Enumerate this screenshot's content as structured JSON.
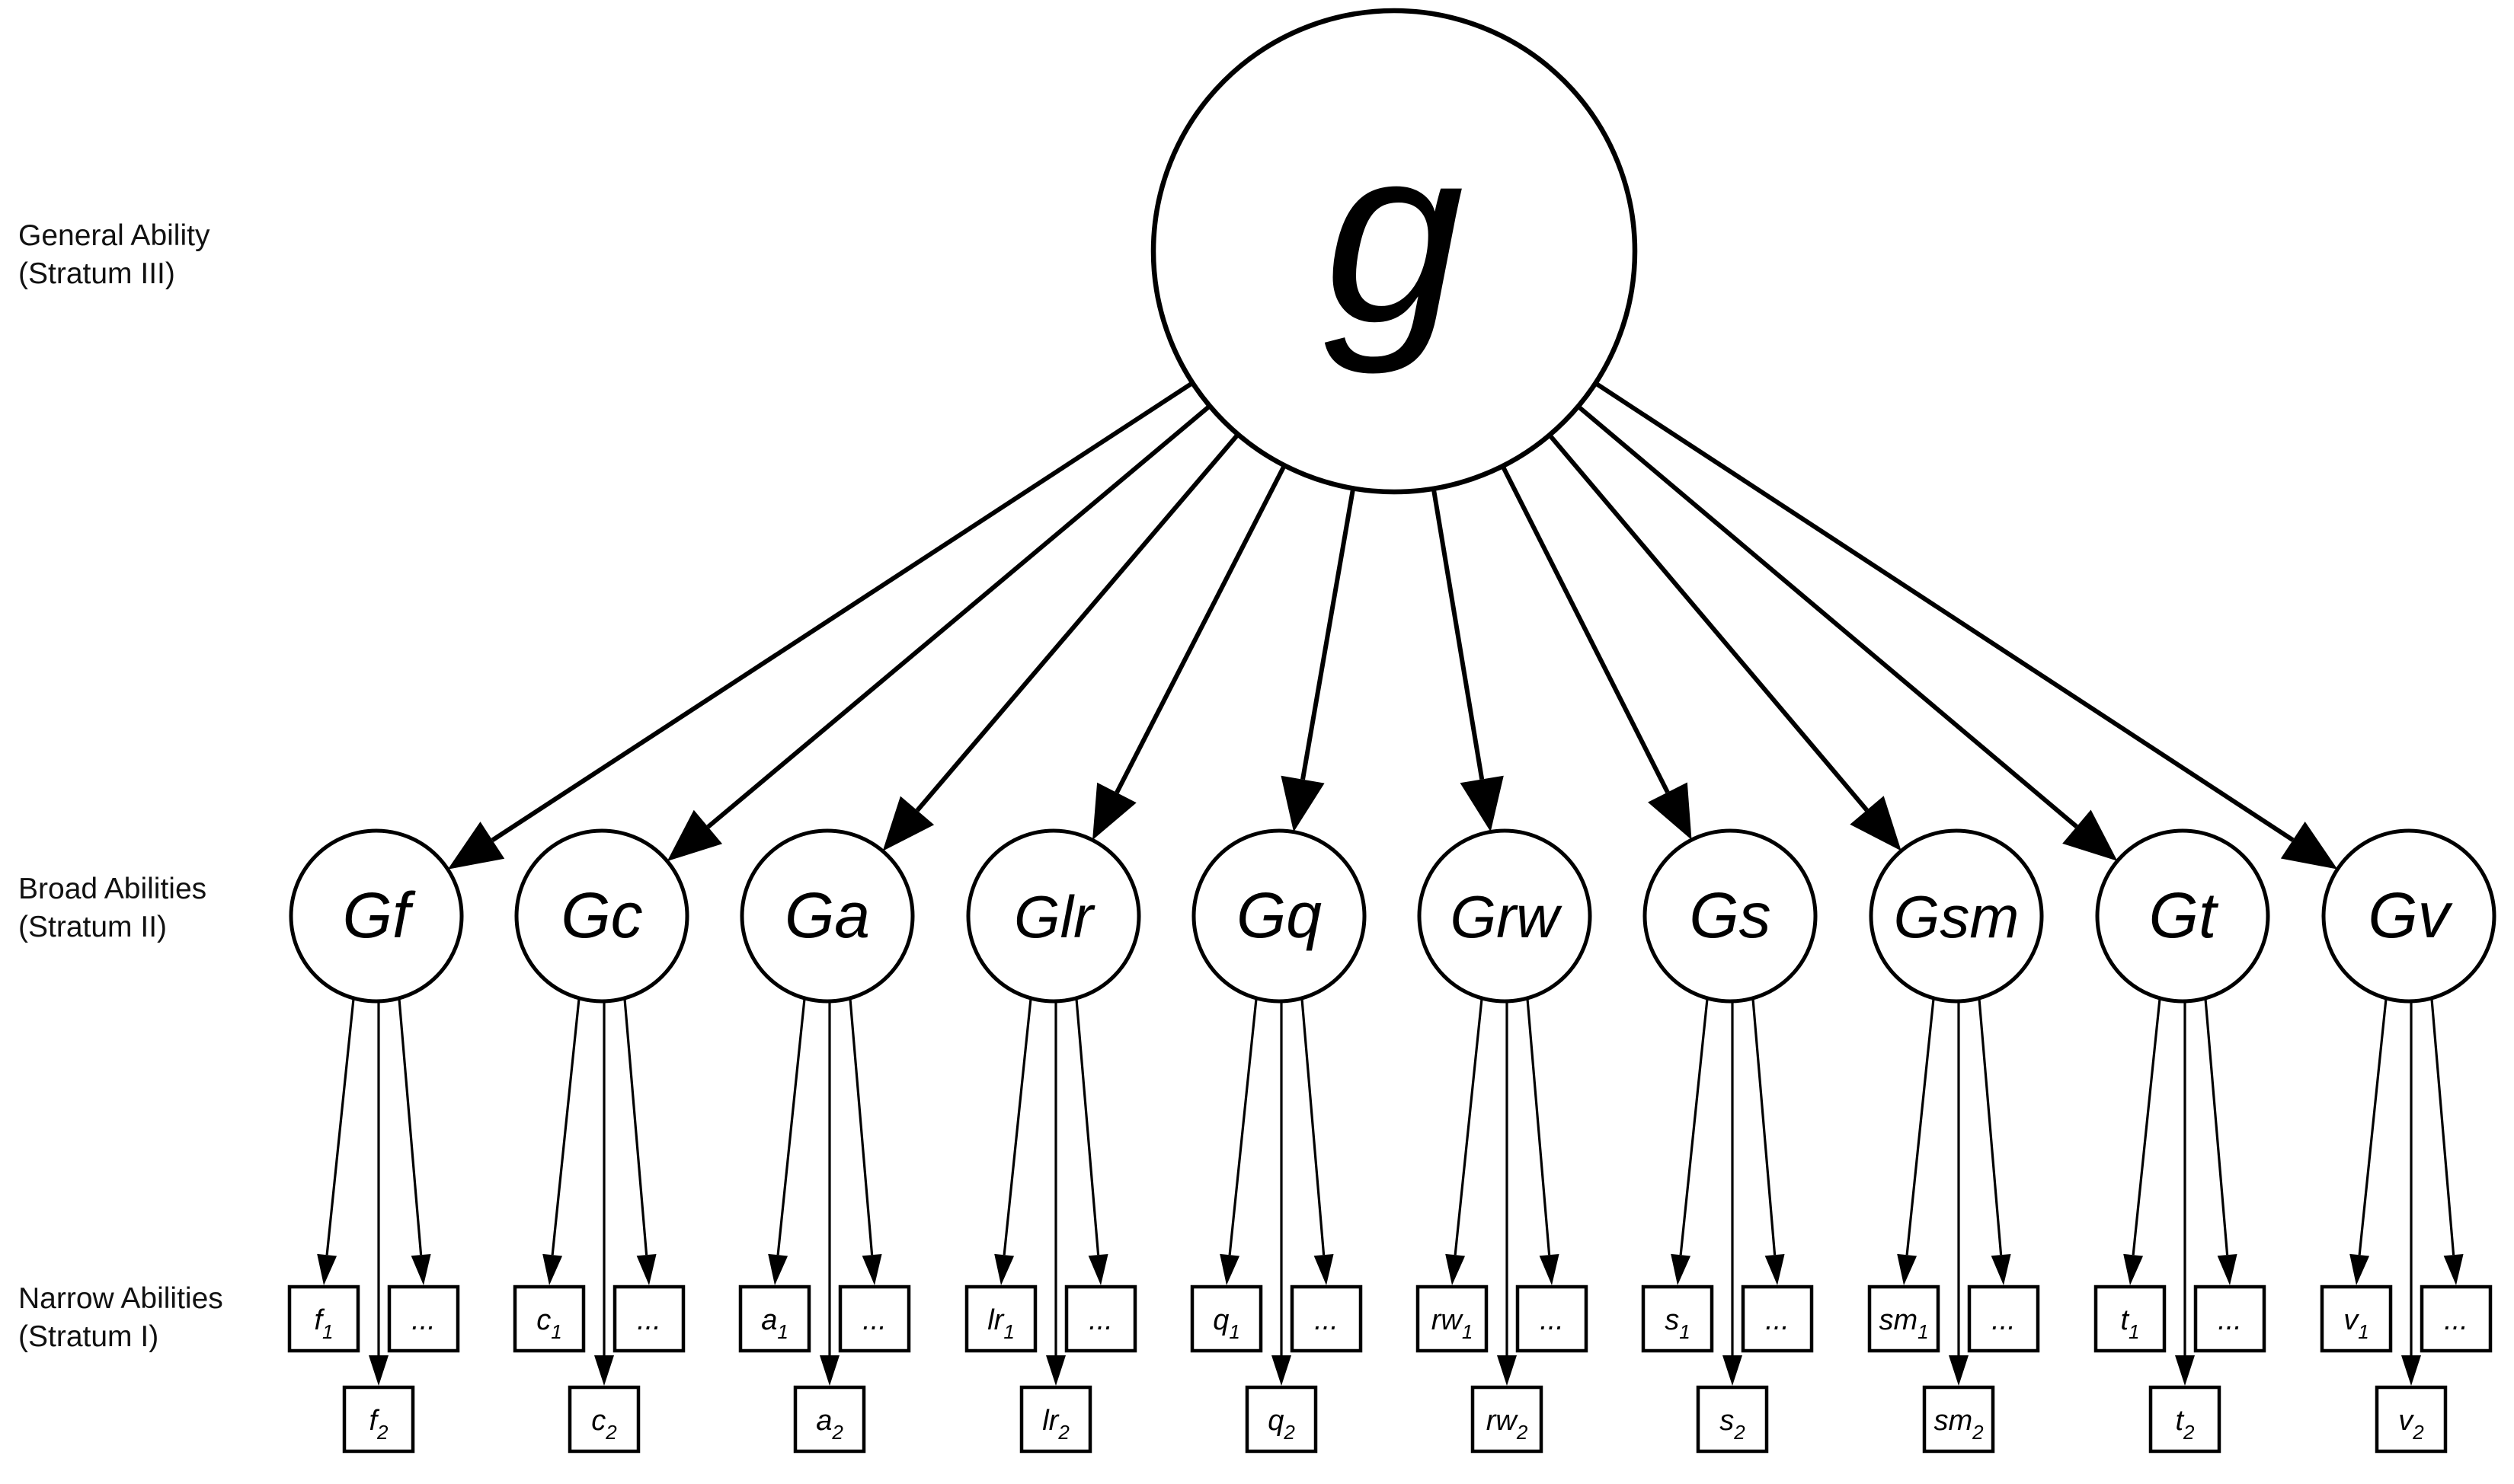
{
  "general": {
    "label": "g"
  },
  "stratum_labels": [
    {
      "lines": [
        "General Ability",
        "(Stratum III)"
      ]
    },
    {
      "lines": [
        "Broad Abilities",
        "(Stratum II)"
      ]
    },
    {
      "lines": [
        "Narrow Abilities",
        "(Stratum I)"
      ]
    }
  ],
  "broad": [
    {
      "label": "Gf",
      "n1": {
        "base": "f",
        "sub": "1"
      },
      "n2": {
        "base": "f",
        "sub": "2"
      },
      "n3": "..."
    },
    {
      "label": "Gc",
      "n1": {
        "base": "c",
        "sub": "1"
      },
      "n2": {
        "base": "c",
        "sub": "2"
      },
      "n3": "..."
    },
    {
      "label": "Ga",
      "n1": {
        "base": "a",
        "sub": "1"
      },
      "n2": {
        "base": "a",
        "sub": "2"
      },
      "n3": "..."
    },
    {
      "label": "Glr",
      "n1": {
        "base": "lr",
        "sub": "1"
      },
      "n2": {
        "base": "lr",
        "sub": "2"
      },
      "n3": "..."
    },
    {
      "label": "Gq",
      "n1": {
        "base": "q",
        "sub": "1"
      },
      "n2": {
        "base": "q",
        "sub": "2"
      },
      "n3": "..."
    },
    {
      "label": "Grw",
      "n1": {
        "base": "rw",
        "sub": "1"
      },
      "n2": {
        "base": "rw",
        "sub": "2"
      },
      "n3": "..."
    },
    {
      "label": "Gs",
      "n1": {
        "base": "s",
        "sub": "1"
      },
      "n2": {
        "base": "s",
        "sub": "2"
      },
      "n3": "..."
    },
    {
      "label": "Gsm",
      "n1": {
        "base": "sm",
        "sub": "1"
      },
      "n2": {
        "base": "sm",
        "sub": "2"
      },
      "n3": "..."
    },
    {
      "label": "Gt",
      "n1": {
        "base": "t",
        "sub": "1"
      },
      "n2": {
        "base": "t",
        "sub": "2"
      },
      "n3": "..."
    },
    {
      "label": "Gv",
      "n1": {
        "base": "v",
        "sub": "1"
      },
      "n2": {
        "base": "v",
        "sub": "2"
      },
      "n3": "..."
    }
  ],
  "colors": {
    "line": "#000000",
    "fill": "#ffffff",
    "text": "#111111"
  }
}
